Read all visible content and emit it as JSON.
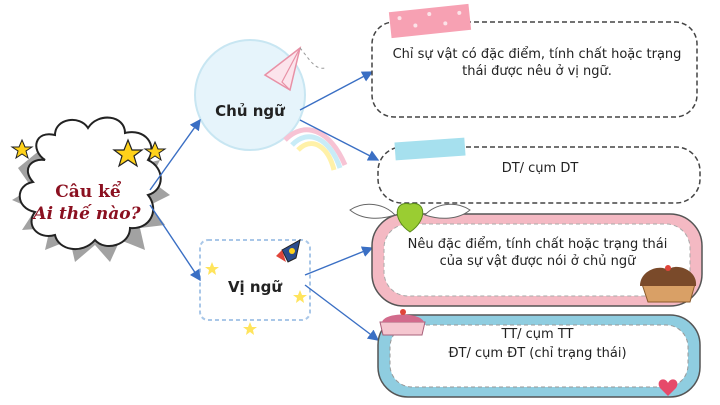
{
  "root": {
    "line1": "Câu kể",
    "line2": "Ai thế nào?"
  },
  "subject": {
    "label": "Chủ ngữ",
    "definition": "Chỉ sự vật có đặc điểm, tính chất hoặc trạng thái được nêu ở vị ngữ.",
    "type": "DT/ cụm DT"
  },
  "predicate": {
    "label": "Vị ngữ",
    "definition": "Nêu đặc điểm, tính chất hoặc trạng thái của sự vật được nói ở chủ ngữ",
    "type_line1": "TT/ cụm TT",
    "type_line2": "ĐT/ cụm ĐT (chỉ trạng thái)"
  },
  "colors": {
    "root_text": "#8b1020",
    "arrow": "#3a6fc4",
    "pink_frame": "#f4b9c3",
    "blue_frame": "#8fcde0"
  }
}
